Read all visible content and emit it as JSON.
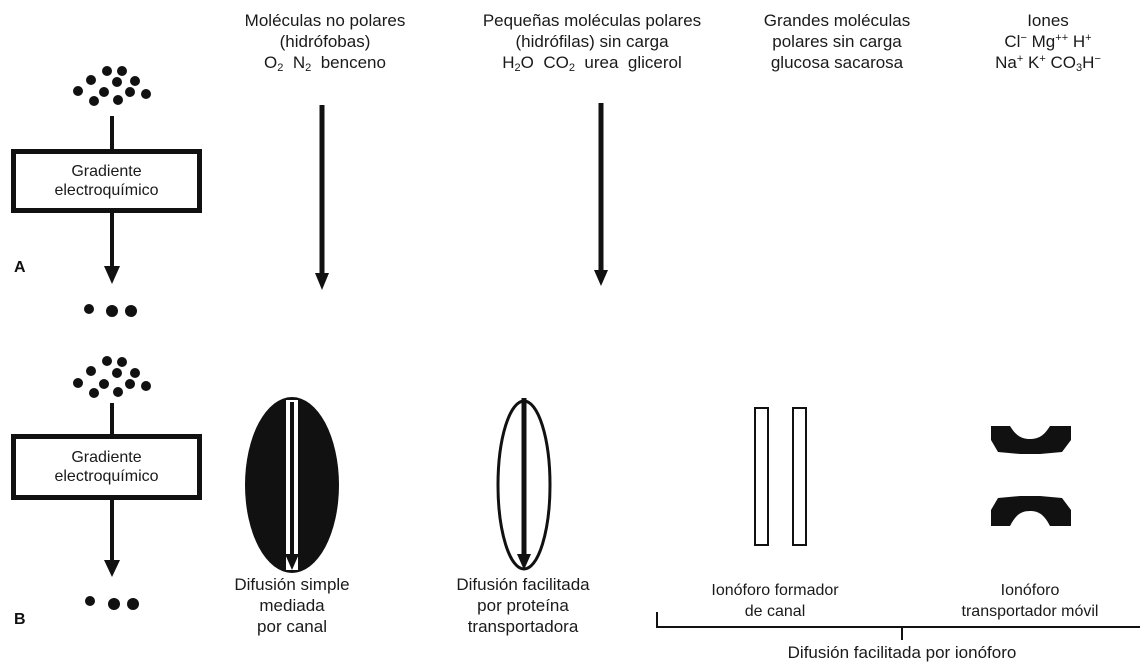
{
  "panel_labels": {
    "a": "A",
    "b": "B"
  },
  "gradient_box": {
    "line1": "Gradiente",
    "line2": "electroquímico"
  },
  "columns": {
    "nonpolar": {
      "line1": "Moléculas no polares",
      "line2": "(hidrófobas)",
      "formula": {
        "o": "O",
        "o_sub": "2",
        "n": "N",
        "n_sub": "2",
        "rest": "benceno"
      }
    },
    "small_polar": {
      "line1": "Pequeñas moléculas polares",
      "line2": "(hidrófilas) sin carga",
      "formula": {
        "h": "H",
        "h_sub": "2",
        "o": "O",
        "co": "CO",
        "co_sub": "2",
        "rest": "urea  glicerol"
      }
    },
    "large_polar": {
      "line1": "Grandes moléculas",
      "line2": "polares sin carga",
      "line3": "glucosa sacarosa"
    },
    "ions": {
      "line1": "Iones",
      "cl": "Cl",
      "cl_sup": "−",
      "mg": "Mg",
      "mg_sup": "++",
      "h": "H",
      "h_sup": "+",
      "na": "Na",
      "na_sup": "+",
      "k": "K",
      "k_sup": "+",
      "co3h_a": "CO",
      "co3h_sub": "3",
      "co3h_b": "H",
      "co3h_sup": "−"
    }
  },
  "captions": {
    "simple": {
      "line1": "Difusión simple",
      "line2": "mediada",
      "line3": "por canal"
    },
    "facilitated_protein": {
      "line1": "Difusión facilitada",
      "line2": "por proteína",
      "line3": "transportadora"
    },
    "channel_ionophore": {
      "line1": "Ionóforo formador",
      "line2": "de canal"
    },
    "mobile_ionophore": {
      "line1": "Ionóforo",
      "line2": "transportador móvil"
    },
    "bracket_label": "Difusión facilitada por ionóforo"
  }
}
